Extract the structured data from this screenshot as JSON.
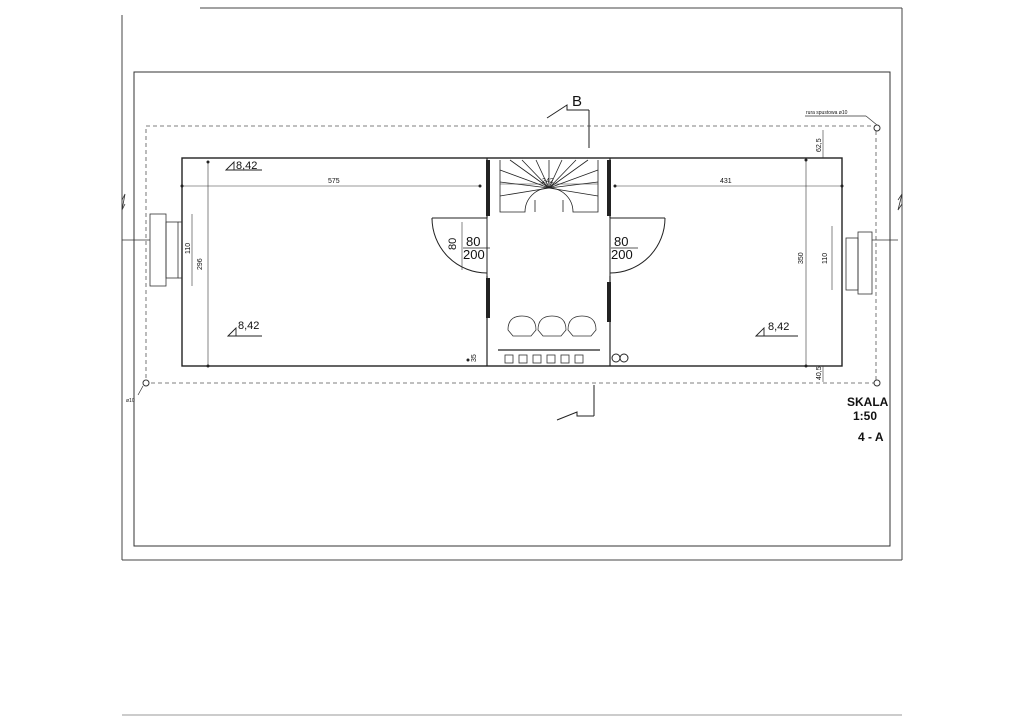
{
  "levels": {
    "top_left": "8,42",
    "bottom_left": "8,42",
    "bottom_right": "8,42"
  },
  "section_marker": "B",
  "dimensions": {
    "left_width": "575",
    "stair_width": "242",
    "right_width": "431",
    "left_height": "296",
    "left_window": "110",
    "right_height": "350",
    "right_window": "110",
    "door_side": "80",
    "top_offset": "62,5",
    "bottom_offset": "40,5",
    "sill": "35"
  },
  "doors": {
    "left_width": "80",
    "left_height": "200",
    "right_width": "80",
    "right_height": "200"
  },
  "annotations": {
    "downpipe_top": "rura spustowa ø10",
    "downpipe_left": "ø10"
  },
  "scale": {
    "label": "SKALA",
    "value": "1:50"
  },
  "sheet_code": "4 - A"
}
